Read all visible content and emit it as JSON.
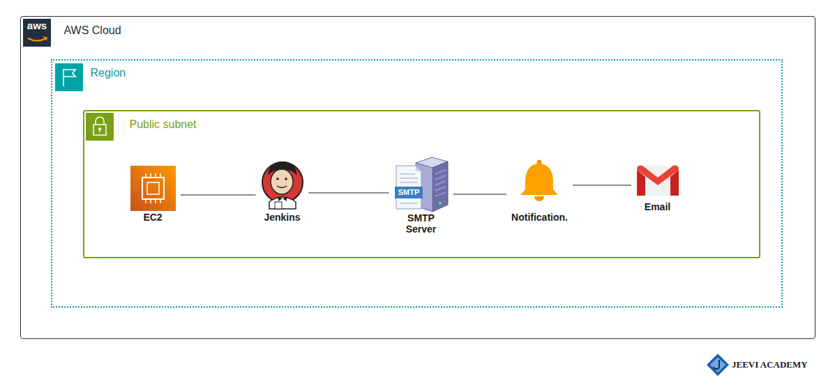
{
  "diagram": {
    "nodes": [
      {
        "text": [
          "AWS Cloud"
        ]
      },
      {
        "text": [
          "Region"
        ],
        "in": 0
      },
      {
        "text": [
          "Public subnet"
        ],
        "in": 1
      },
      {
        "text": [
          "EC2"
        ],
        "in": 2
      },
      {
        "text": [
          "Jenkins"
        ],
        "in": 2
      },
      {
        "text": [
          "SMTP Server"
        ],
        "in": 2
      },
      {
        "text": [
          "Notification."
        ],
        "in": 2
      },
      {
        "text": [
          "Email"
        ],
        "in": 2
      }
    ],
    "edges": [
      {
        "from": 3,
        "to": 4,
        "arrow": "none"
      },
      {
        "from": 4,
        "to": 5,
        "arrow": "none"
      },
      {
        "from": 5,
        "to": 6,
        "arrow": "none"
      },
      {
        "from": 6,
        "to": 7,
        "arrow": "none"
      }
    ],
    "labels": [
      "aws",
      "SMTP",
      "JEEVI ACADEMY"
    ]
  }
}
